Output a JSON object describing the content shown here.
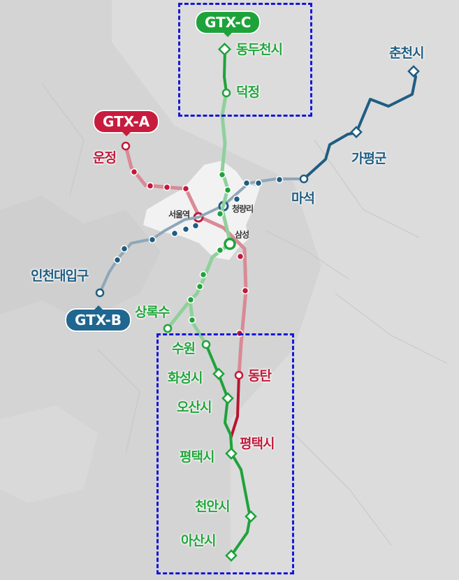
{
  "map": {
    "colors": {
      "gtx_a": "#c81c3e",
      "gtx_b": "#1f6690",
      "gtx_c": "#1ea33b",
      "highlight_box": "#1717d9",
      "background": "#d6d6d6",
      "seoul_area": "#efefef"
    },
    "lines": [
      {
        "id": "gtx_a",
        "label": "GTX-A"
      },
      {
        "id": "gtx_b",
        "label": "GTX-B"
      },
      {
        "id": "gtx_c",
        "label": "GTX-C"
      }
    ],
    "stations": {
      "dongducheon": "동두천시",
      "deokjeong": "덕정",
      "chuncheon": "춘천시",
      "gapyeong": "가평군",
      "maseok": "마석",
      "unjeong": "운정",
      "seoul_station": "서울역",
      "cheongnyangni": "청량리",
      "samseong": "삼성",
      "incheon_univ": "인천대입구",
      "sangroksu": "상록수",
      "suwon": "수원",
      "hwaseong": "화성시",
      "osan": "오산시",
      "pyeongtaek_c": "평택시",
      "cheonan": "천안시",
      "asan": "아산시",
      "dongtan": "동탄",
      "pyeongtaek_a": "평택시"
    },
    "highlight_boxes": [
      "north-extension",
      "south-extension"
    ]
  }
}
